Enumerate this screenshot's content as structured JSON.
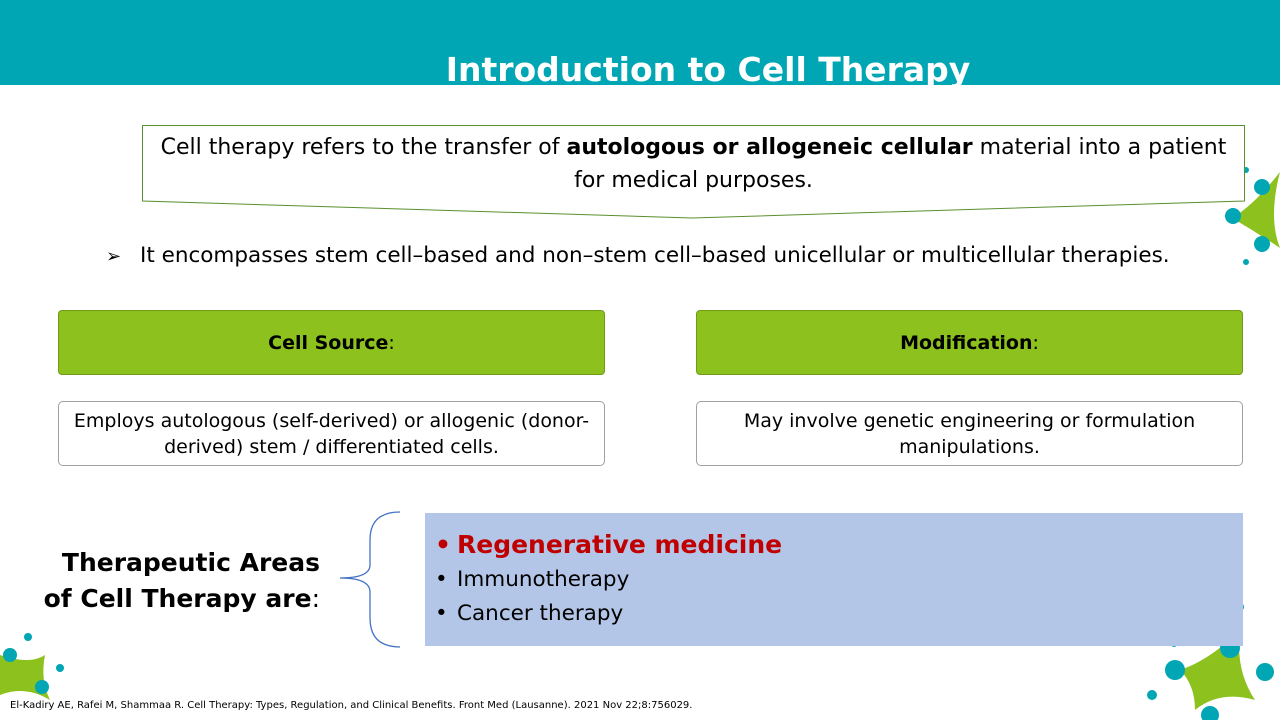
{
  "slide": {
    "title": "Introduction to Cell Therapy",
    "definition": {
      "before": "Cell therapy refers to the transfer of ",
      "bold": "autologous or allogeneic cellular",
      "after": " material into a patient for medical purposes."
    },
    "bullet": "It encompasses stem cell–based and non–stem cell–based unicellular or multicellular therapies.",
    "cell_source": {
      "heading": "Cell Source",
      "colon": ":",
      "description": "Employs autologous (self-derived) or allogenic (donor-derived) stem / differentiated cells."
    },
    "modification": {
      "heading": "Modification",
      "colon": ":",
      "description": "May involve genetic engineering or formulation manipulations."
    },
    "areas": {
      "label_bold": "Therapeutic Areas of Cell Therapy are",
      "label_colon": ":",
      "items": [
        "Regenerative medicine",
        "Immunotherapy",
        "Cancer therapy"
      ]
    },
    "citation": "El-Kadiry AE, Rafei M, Shammaa R. Cell Therapy: Types, Regulation, and Clinical Benefits. Front Med (Lausanne). 2021 Nov 22;8:756029."
  },
  "colors": {
    "header": "#00a6b4",
    "green": "#8cc11e",
    "blue_box": "#b4c6e7",
    "highlight": "#c00000"
  }
}
